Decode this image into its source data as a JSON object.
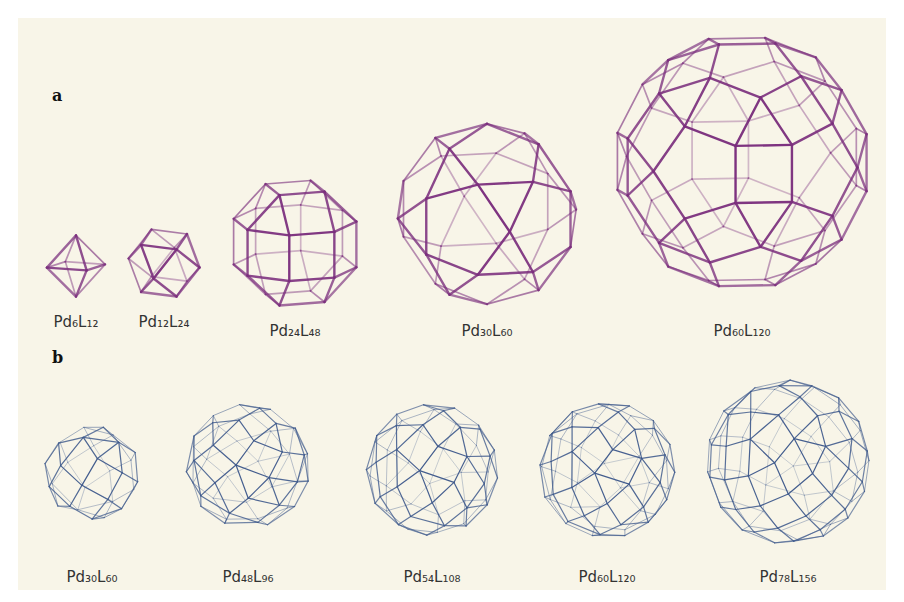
{
  "diagram": {
    "labels": [
      "a",
      "Pd₆L₁₂",
      "Pd₁₂L₂₄",
      "Pd₂₄L₄₈",
      "Pd₃₀L₆₀",
      "Pd₆₀L₁₂₀",
      "b",
      "Pd₃₀L₆₀",
      "Pd₄₈L₉₆",
      "Pd₅₄L₁₀₈",
      "Pd₆₀L₁₂₀",
      "Pd₇₈L₁₅₆"
    ]
  }
}
